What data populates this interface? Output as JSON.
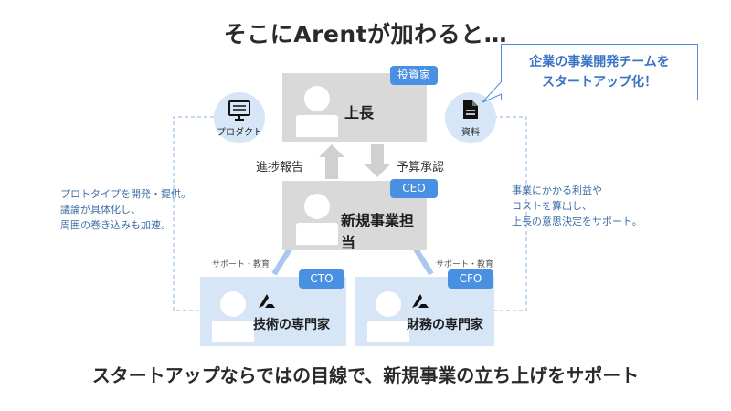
{
  "title": "そこにArentが加わると…",
  "bottom_text": "スタートアップならではの目線で、新規事業の立ち上げをサポート",
  "callout": {
    "line1": "企業の事業開発チームを",
    "line2": "スタートアップ化！"
  },
  "boss": {
    "label": "上長",
    "tag": "投資家"
  },
  "newbiz": {
    "label": "新規事業担当",
    "tag": "CEO"
  },
  "tech": {
    "label": "技術の専門家",
    "tag": "CTO",
    "support": "サポート・教育"
  },
  "finance": {
    "label": "財務の専門家",
    "tag": "CFO",
    "support": "サポート・教育"
  },
  "product": {
    "label": "プロダクト",
    "icon": "product-icon"
  },
  "document": {
    "label": "資料",
    "icon": "document-icon"
  },
  "arrows": {
    "report": "進捗報告",
    "approval": "予算承認"
  },
  "left_note": [
    "プロトタイプを開発・提供。",
    "議論が具体化し、",
    "周囲の巻き込みも加速。"
  ],
  "right_note": [
    "事業にかかる利益や",
    "コストを算出し、",
    "上長の意思決定をサポート。"
  ],
  "colors": {
    "accent": "#4a90e2",
    "box_gray": "#d9d9d9",
    "box_blue": "#d6e6f6",
    "note_text": "#3f6fa6"
  }
}
